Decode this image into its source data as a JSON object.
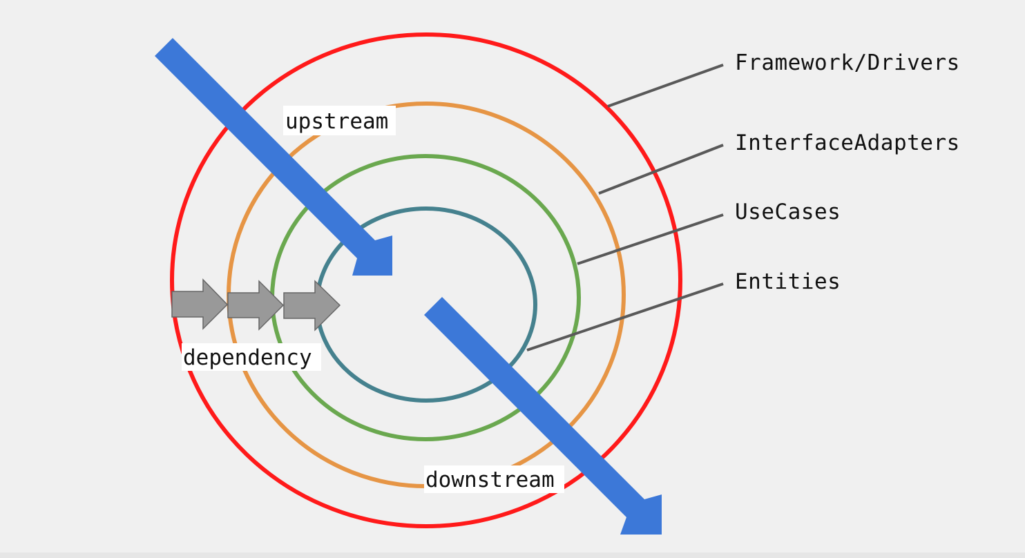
{
  "layers": [
    {
      "label": "Framework/Drivers",
      "color": "#ff1a1a"
    },
    {
      "label": "InterfaceAdapters",
      "color": "#e69545"
    },
    {
      "label": "UseCases",
      "color": "#6aa84f"
    },
    {
      "label": "Entities",
      "color": "#45818e"
    }
  ],
  "flow_labels": {
    "upstream": "upstream",
    "downstream": "downstream",
    "dependency": "dependency"
  },
  "colors": {
    "flow_arrow": "#3c78d8",
    "dependency_arrow": "#999999",
    "leader_line": "#595959",
    "label_background": "#ffffff"
  }
}
